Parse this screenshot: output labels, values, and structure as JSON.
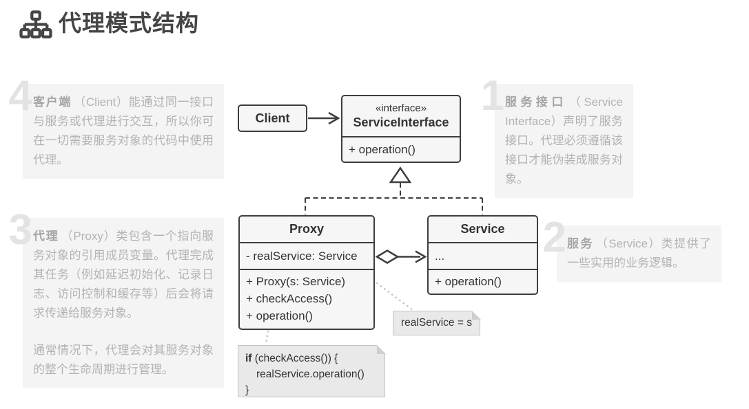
{
  "page": {
    "title": "代理模式结构",
    "title_icon": "sitemap-icon"
  },
  "annotations": [
    {
      "number": "1",
      "lead": "服务接口",
      "body": "（Service Interface）声明了服务接口。代理必须遵循该接口才能伪装成服务对象。"
    },
    {
      "number": "2",
      "lead": "服务",
      "body": "（Service）类提供了一些实用的业务逻辑。"
    },
    {
      "number": "3",
      "lead": "代理",
      "body": "（Proxy）类包含一个指向服务对象的引用成员变量。代理完成其任务（例如延迟初始化、记录日志、访问控制和缓存等）后会将请求传递给服务对象。",
      "body2": "通常情况下，代理会对其服务对象的整个生命周期进行管理。"
    },
    {
      "number": "4",
      "lead": "客户端",
      "body": "（Client）能通过同一接口与服务或代理进行交互，所以你可在一切需要服务对象的代码中使用代理。"
    }
  ],
  "uml": {
    "client": {
      "name": "Client"
    },
    "interface": {
      "stereotype": "«interface»",
      "name": "ServiceInterface",
      "method": "+ operation()"
    },
    "proxy": {
      "name": "Proxy",
      "attribute": "- realService: Service",
      "methods": [
        "+ Proxy(s: Service)",
        "+ checkAccess()",
        "+ operation()"
      ]
    },
    "service": {
      "name": "Service",
      "attribute": "...",
      "method": "+ operation()"
    },
    "assignment_note": "realService = s",
    "code_note": {
      "keyword": "if",
      "line1_rest": " (checkAccess()) {",
      "line2": "realService.operation()",
      "line3": "}"
    },
    "relationships": {
      "client_to_interface": "association",
      "proxy_to_interface": "realization",
      "service_to_interface": "realization",
      "proxy_to_service": "aggregation"
    }
  },
  "colors": {
    "box_border": "#3d3d3d",
    "box_fill": "#f6f6f6",
    "note_fill": "#e9e9e9",
    "note_border": "#c2c2c2",
    "connector_light": "#c4c4c4",
    "annotation_bg": "#f4f4f4",
    "annotation_text": "#b3b3b3",
    "annotation_lead": "#a5a5a5",
    "annotation_number": "#e3e3e3",
    "title_color": "#454545",
    "diagram_text": "#333333"
  }
}
